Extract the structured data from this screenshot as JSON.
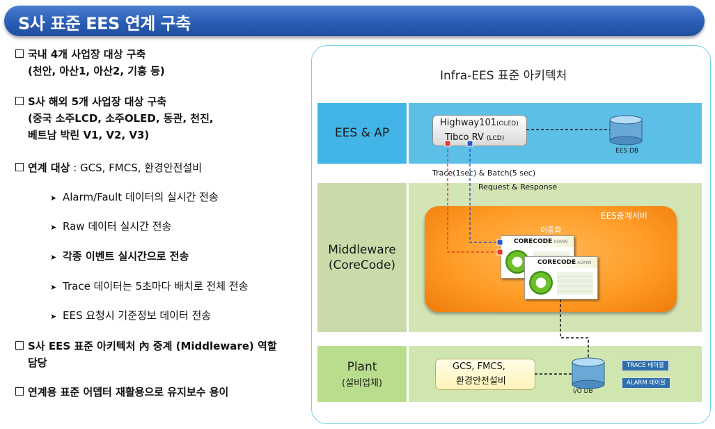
{
  "header": {
    "title": "S사 표준 EES 연계 구축"
  },
  "left_list": {
    "b1": {
      "title": "국내 4개 사업장 대상 구축",
      "detail": "(천안, 아산1, 아산2, 기흥 등)"
    },
    "b2": {
      "title": "S사 해외 5개 사업장 대상 구축",
      "detail1": "(중국 소주LCD, 소주OLED, 동관, 천진,",
      "detail2": "베트남 박린 V1, V2, V3)"
    },
    "b3": {
      "title": "연계 대상",
      "targets": "  : GCS, FMCS, 환경안전설비"
    },
    "subs": [
      "Alarm/Fault 데이터의 실시간 전송",
      "Raw 데이터 실시간 전송",
      "각종 이벤트 실시간으로 전송",
      "Trace 데이터는 5초마다 배치로 전체 전송",
      "EES 요청시 기준정보 데이터 전송"
    ],
    "b4": {
      "title": "S사 EES 표준 아키텍처 內 중계 (Middleware) 역할",
      "title2": "담당"
    },
    "b5": {
      "title": "연계용 표준 어뎁터 재활용으로 유지보수 용이"
    }
  },
  "diagram": {
    "title": "Infra-EES 표준 아키텍처",
    "ees_ap": "EES & AP",
    "highway_line1": "Highway101",
    "highway_line1_sub": "(OLED)",
    "highway_line2": "Tibco RV",
    "highway_line2_sub": "(LCD)",
    "ees_db": "EES DB",
    "trace_label": "Trace(1sec) & Batch(5 sec)",
    "request_label": "Request & Response",
    "middleware_line1": "Middleware",
    "middleware_line2": "(CoreCode)",
    "relay_title": "EES중계서버",
    "relay_sub": "이중화",
    "card_title": "CORECODE",
    "card_admin": "ADMIN",
    "plant_title": "Plant",
    "plant_sub": "(설비업체)",
    "plant_box_line1": "GCS, FMCS,",
    "plant_box_line2": "환경안전설비",
    "io_db": "I/O DB",
    "trace_table": "TRACE 테이블",
    "alarm_table": "ALARM 테이블"
  },
  "colors": {
    "title_bar": "#2a5db5",
    "ees_band": "#43b4e6",
    "middleware_band": "#c8dba8",
    "plant_band": "#b9dd8c",
    "relay_server": "#ff9d27",
    "table_tag": "#2f6fae"
  }
}
